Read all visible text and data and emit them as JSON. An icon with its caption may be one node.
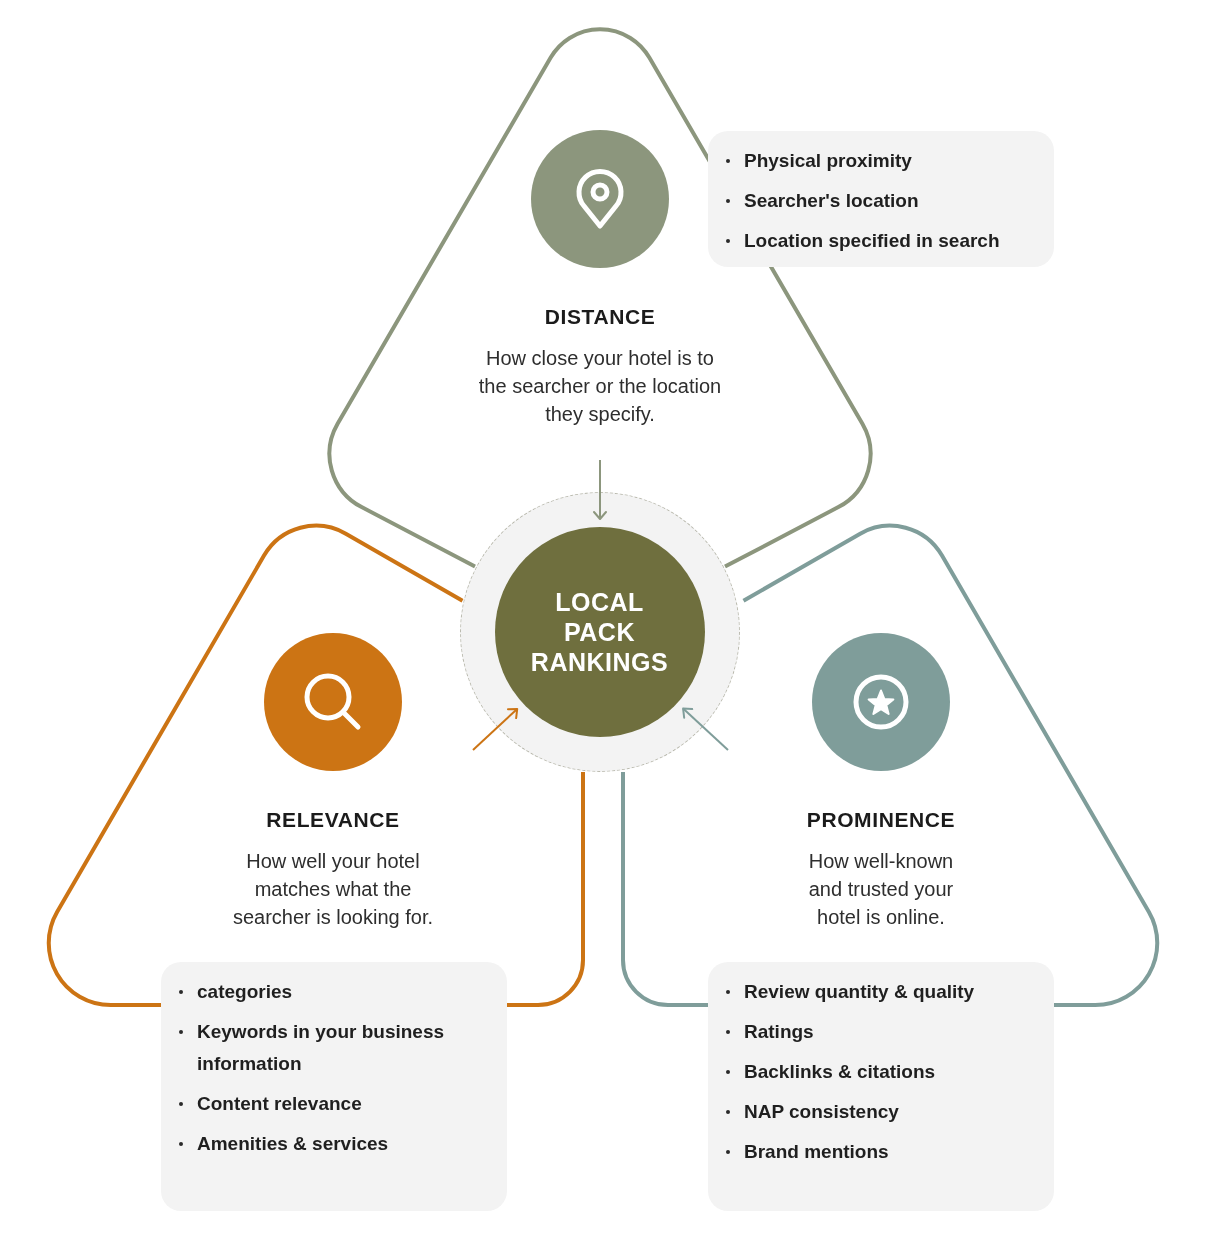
{
  "diagram": {
    "nodes": [
      {
        "text": [
          "DISTANCE",
          "How close your hotel is to the searcher or the location they specify."
        ]
      },
      {
        "text": [
          "Physical proximity",
          "Searcher's location",
          "Location specified in search"
        ]
      },
      {
        "text": [],
        "shape": "circle"
      },
      {
        "text": [
          "LOCAL PACK RANKINGS"
        ],
        "in": 2
      },
      {
        "text": [
          "RELEVANCE",
          "How well your hotel matches what the searcher is looking for."
        ]
      },
      {
        "text": [
          "categories",
          "Keywords in your business information",
          "Content relevance",
          "Amenities & services"
        ]
      },
      {
        "text": [
          "PROMINENCE",
          "How well-known and trusted your hotel is online."
        ]
      },
      {
        "text": [
          "Review quantity & quality",
          "Ratings",
          "Backlinks & citations",
          "NAP consistency",
          "Brand mentions"
        ]
      }
    ],
    "edges": [
      {
        "from": 0,
        "to": 3,
        "arrow": "to",
        "color": "#8c967d"
      },
      {
        "from": 4,
        "to": 3,
        "arrow": "to",
        "color": "#cc7414"
      },
      {
        "from": 6,
        "to": 3,
        "arrow": "to",
        "color": "#7f9d9a"
      }
    ]
  }
}
